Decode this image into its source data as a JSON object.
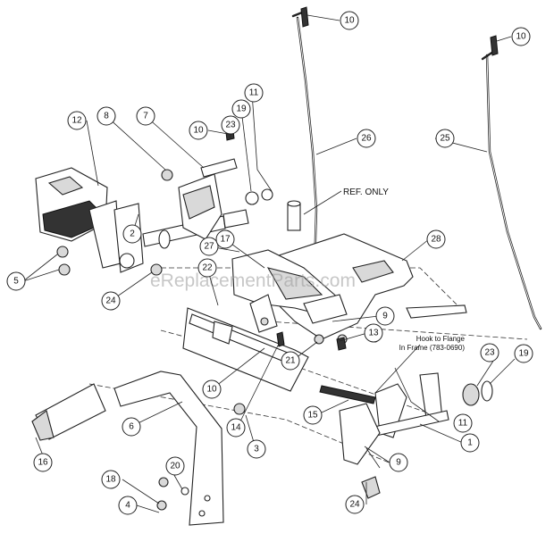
{
  "watermark": "eReplacementParts.com",
  "annotations": {
    "ref_only": "REF. ONLY",
    "hook_line1": "Hook to Flange",
    "hook_line2": "In Frame (783-0690)"
  },
  "callouts": {
    "c10a": "10",
    "c10b": "10",
    "c10c": "10",
    "c10d": "10",
    "c11a": "11",
    "c11b": "11",
    "c12": "12",
    "c8": "8",
    "c7": "7",
    "c23a": "23",
    "c23b": "23",
    "c19a": "19",
    "c19b": "19",
    "c26": "26",
    "c25": "25",
    "c28": "28",
    "c2": "2",
    "c27": "27",
    "c17": "17",
    "c22": "22",
    "c24a": "24",
    "c24b": "24",
    "c5": "5",
    "c9a": "9",
    "c9b": "9",
    "c13": "13",
    "c21": "21",
    "c15": "15",
    "c1": "1",
    "c6": "6",
    "c16": "16",
    "c14": "14",
    "c3": "3",
    "c18": "18",
    "c20": "20",
    "c4": "4"
  }
}
